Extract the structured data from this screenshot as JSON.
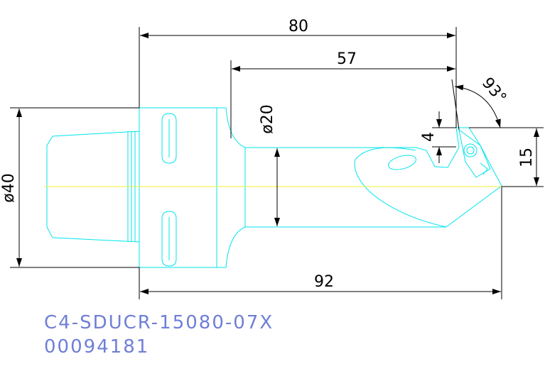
{
  "dimensions": {
    "overall_length": "80",
    "shank_length": "57",
    "reach_length": "92",
    "flange_diameter": "ø40",
    "neck_diameter": "ø20",
    "height_offset": "15",
    "small_offset": "4",
    "lead_angle": "93°"
  },
  "title_block": {
    "part_code": "C4-SDUCR-15080-07X",
    "part_number": "00094181"
  },
  "colors": {
    "part_outline": "#00e5ee",
    "dimension_lines": "#000000",
    "center_axis": "#f2f233",
    "title_text": "#6f7fd6"
  }
}
